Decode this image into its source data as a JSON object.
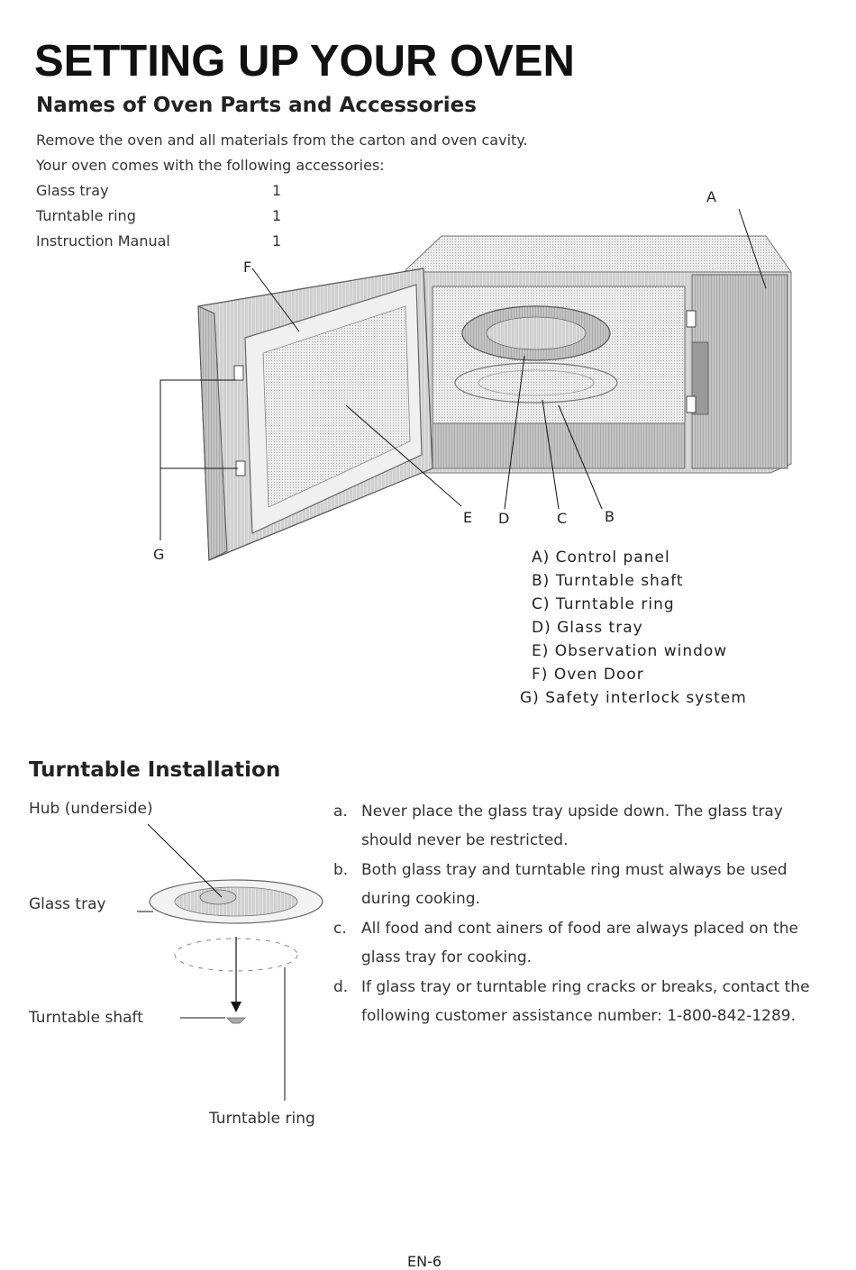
{
  "title": "SETTING UP YOUR OVEN",
  "subtitle": "Names of Oven Parts and Accessories",
  "intro": [
    "Remove the oven and all materials from the carton and oven cavity.",
    "Your oven comes with the following accessories:"
  ],
  "accessories": [
    {
      "name": "Glass tray",
      "qty": "1"
    },
    {
      "name": "Turntable ring",
      "qty": "1"
    },
    {
      "name": "Instruction Manual",
      "qty": "1"
    }
  ],
  "diagram_labels": {
    "a": "A",
    "b": "B",
    "c": "C",
    "d": "D",
    "e": "E",
    "f": "F",
    "g": "G"
  },
  "parts_legend": [
    "A) Control panel",
    "B) Turntable shaft",
    "C) Turntable ring",
    "D) Glass tray",
    "E) Observation window",
    "F) Oven Door",
    "G) Safety interlock system"
  ],
  "turntable": {
    "title": "Turntable Installation",
    "labels": {
      "hub": "Hub (underside)",
      "glass_tray": "Glass tray",
      "shaft": "Turntable shaft",
      "ring": "Turntable ring"
    },
    "steps": [
      {
        "letter": "a.",
        "text": "Never place the glass tray upside down. The glass tray should never be restricted."
      },
      {
        "letter": "b.",
        "text": "Both glass tray and turntable ring must always be used during cooking."
      },
      {
        "letter": "c.",
        "text": "All food and cont ainers of food are always placed on the glass tray for cooking."
      },
      {
        "letter": "d.",
        "text": "If glass tray or turntable ring cracks or breaks, contact the following customer assistance number: 1-800-842-1289."
      }
    ]
  },
  "page_number": "EN-6"
}
